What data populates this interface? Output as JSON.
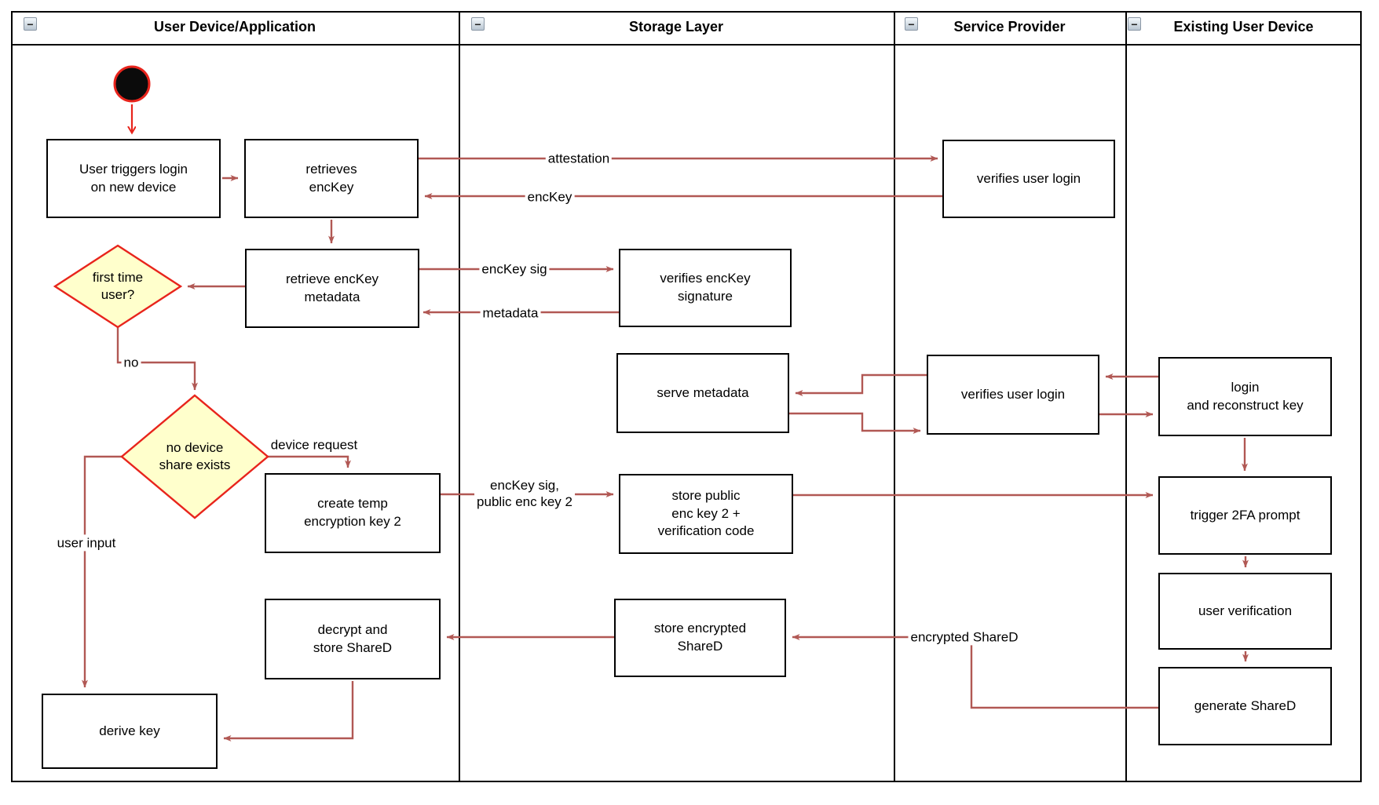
{
  "diagram": {
    "colors": {
      "connector": "#b15854",
      "accent_red": "#e8241c",
      "diamond_fill": "#ffffcc",
      "node_border": "#000000",
      "node_fill": "#ffffff"
    },
    "icons": {
      "collapse_glyph": "−"
    },
    "lanes": [
      {
        "title": "User Device/Application"
      },
      {
        "title": "Storage Layer"
      },
      {
        "title": "Service Provider"
      },
      {
        "title": "Existing User Device"
      }
    ],
    "nodes": {
      "user_triggers": {
        "label": "User triggers login\non new device"
      },
      "retrieves_enckey": {
        "label": "retrieves\nencKey"
      },
      "verifies_user_login_1": {
        "label": "verifies user login"
      },
      "first_time_user": {
        "label": "first time\nuser?"
      },
      "retrieve_metadata": {
        "label": "retrieve encKey\nmetadata"
      },
      "verifies_enckey_signature": {
        "label": "verifies encKey\nsignature"
      },
      "serve_metadata": {
        "label": "serve metadata"
      },
      "verifies_user_login_2": {
        "label": "verifies user login"
      },
      "login_reconstruct": {
        "label": "login\nand reconstruct key"
      },
      "no_device_share": {
        "label": "no device\nshare exists"
      },
      "create_temp_key": {
        "label": "create temp\nencryption key 2"
      },
      "store_public_key": {
        "label": "store public\nenc key 2 +\nverification code"
      },
      "trigger_2fa": {
        "label": "trigger 2FA prompt"
      },
      "user_verification": {
        "label": "user verification"
      },
      "generate_shared": {
        "label": "generate ShareD"
      },
      "decrypt_store_shared": {
        "label": "decrypt and\nstore ShareD"
      },
      "store_encrypted_shared": {
        "label": "store encrypted\nShareD"
      },
      "derive_key": {
        "label": "derive key"
      }
    },
    "edge_labels": {
      "attestation": "attestation",
      "enckey": "encKey",
      "enckey_sig": "encKey sig",
      "metadata": "metadata",
      "no": "no",
      "device_request": "device request",
      "enckey_sig_public": "encKey sig,\npublic enc key 2",
      "user_input": "user input",
      "encrypted_shared": "encrypted ShareD"
    }
  }
}
